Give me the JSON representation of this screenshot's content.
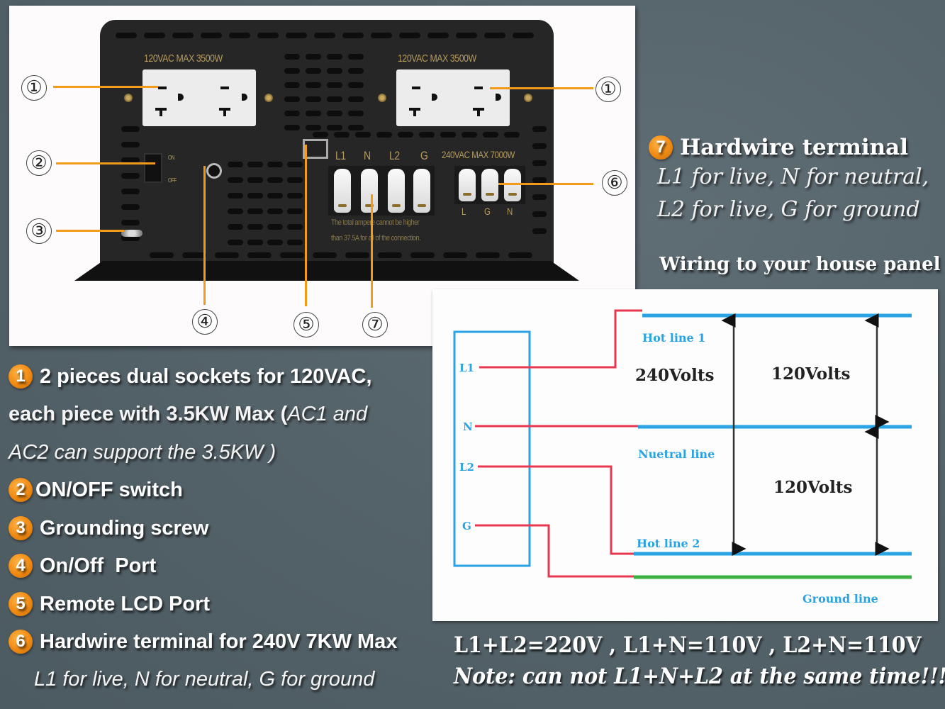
{
  "photo": {
    "outlet_labels": [
      "120VAC MAX 3500W",
      "120VAC MAX 3500W"
    ],
    "terminal_labels": [
      "L1",
      "N",
      "L2",
      "G"
    ],
    "terminal_rating": "240VAC MAX 7000W",
    "terminal_small_labels": [
      "L",
      "G",
      "N"
    ],
    "switch_labels": {
      "on": "ON",
      "off": "OFF"
    },
    "warning_text_line1": "The total ampere cannot be higher",
    "warning_text_line2": "than 37.5A for all of the connection.",
    "callouts": [
      "①",
      "②",
      "③",
      "④",
      "⑤",
      "⑥",
      "⑦",
      "①"
    ]
  },
  "terminal7": {
    "badge": "7",
    "title": "Hardwire terminal",
    "line1": "L1 for live, N for neutral,",
    "line2": "L2 for live, G for ground"
  },
  "wiring": {
    "title": "Wiring to your house panel",
    "terminal_labels": [
      "L1",
      "N",
      "L2",
      "G"
    ],
    "line_labels": {
      "hot1": "Hot line 1",
      "neutral": "Nuetral line",
      "hot2": "Hot line 2",
      "ground": "Ground line"
    },
    "voltages": {
      "hot1_to_hot2": "240Volts",
      "hot1_to_neutral": "120Volts",
      "neutral_to_hot2": "120Volts"
    },
    "colors": {
      "line_blue": "#29a3e3",
      "wire_red": "#e8384f",
      "ground_green": "#3bb143",
      "arrow": "#111111"
    }
  },
  "legend": [
    {
      "badge": "1",
      "text": "2 pieces dual sockets for 120VAC,"
    },
    {
      "badge": "2",
      "text": "ON/OFF switch"
    },
    {
      "badge": "3",
      "text": "Grounding screw"
    },
    {
      "badge": "4",
      "text": "On/Off  Port"
    },
    {
      "badge": "5",
      "text": "Remote LCD Port"
    },
    {
      "badge": "6",
      "text": "Hardwire terminal for 240V 7KW Max"
    }
  ],
  "legend_item1_cont": {
    "bold": "each piece with 3.5KW Max (",
    "italic1": "AC1 and",
    "italic2": "AC2 can support the 3.5KW )"
  },
  "legend_item6_sub": "L1 for live, N for neutral, G for ground",
  "formula": "L1+L2=220V ,  L1+N=110V ,  L2+N=110V",
  "note": "Note: can not L1+N+L2 at the same time!!!",
  "accent_color": "#f29b1a"
}
